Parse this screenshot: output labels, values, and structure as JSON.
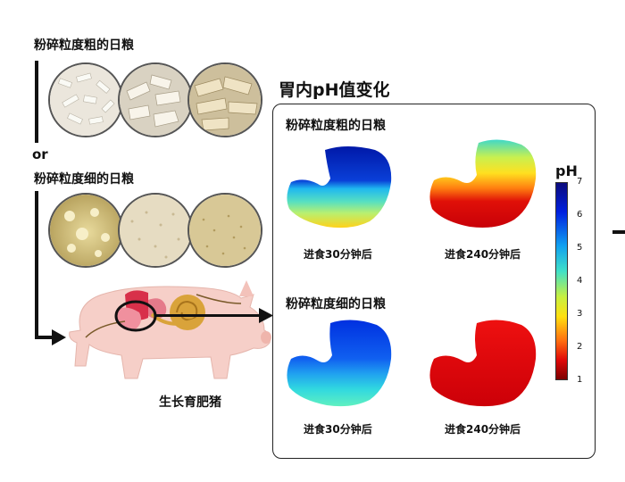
{
  "left": {
    "coarse_label": "粉碎粒度粗的日粮",
    "or_label": "or",
    "fine_label": "粉碎粒度细的日粮",
    "pig_label": "生长育肥猪"
  },
  "panel": {
    "title": "胃内pH值变化",
    "coarse_label": "粉碎粒度粗的日粮",
    "fine_label": "粉碎粒度细的日粮",
    "caption_30": "进食30分钟后",
    "caption_240": "进食240分钟后"
  },
  "colorbar": {
    "title": "pH",
    "ticks": [
      "7",
      "6",
      "5",
      "4",
      "3",
      "2",
      "1"
    ]
  },
  "colors": {
    "coarse_feed": "#e8dcc0",
    "fine_feed": "#d9c48a",
    "pig": "#f6cfc8",
    "low_ph": "#d40000",
    "high_ph": "#0018a8"
  }
}
